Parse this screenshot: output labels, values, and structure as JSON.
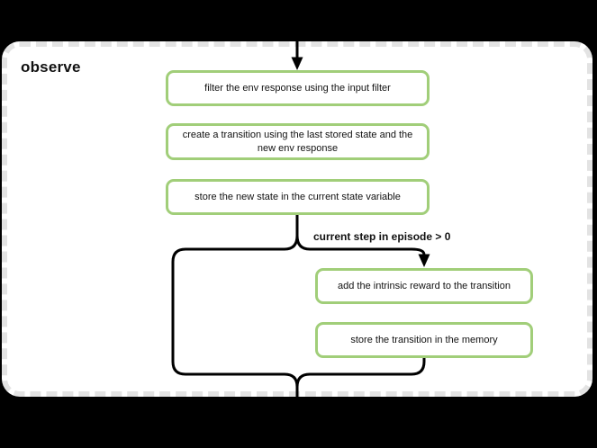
{
  "panel": {
    "title": "observe"
  },
  "colors": {
    "node_border": "#a1ce79",
    "connector": "#000000",
    "panel_bg": "#ffffff",
    "page_bg": "#000000",
    "text": "#111111"
  },
  "flowchart": {
    "condition_label": "current step in episode > 0",
    "nodes": [
      {
        "id": "filter-env-response",
        "label": "filter the env response using the input filter"
      },
      {
        "id": "create-transition",
        "label": "create a transition using the last stored state and the\nnew env response"
      },
      {
        "id": "store-new-state",
        "label": "store the new state in the current state variable"
      },
      {
        "id": "add-intrinsic-reward",
        "label": "add the intrinsic reward to the transition"
      },
      {
        "id": "store-transition",
        "label": "store the transition in the memory"
      }
    ]
  }
}
